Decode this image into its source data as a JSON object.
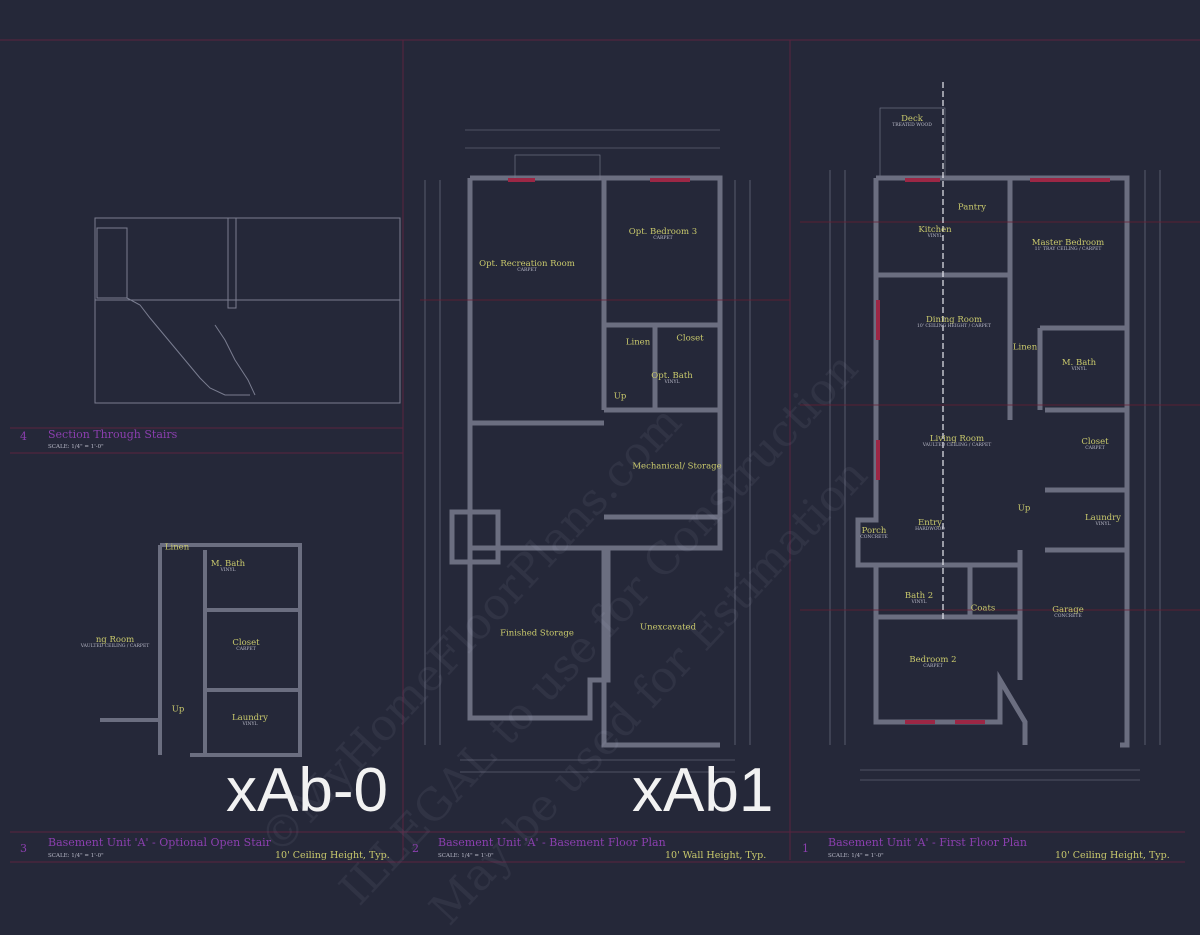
{
  "watermark": [
    "©MyHomeFloorPlans.com",
    "ILLEGAL to use for Construction",
    "May be used for Estimation"
  ],
  "overlay_labels": {
    "left": "xAb-0",
    "right": "xAb1"
  },
  "section": {
    "number": "4",
    "title": "Section Through Stairs",
    "scale": "SCALE: 1/4\" = 1'-0\""
  },
  "title_blocks": [
    {
      "number": "3",
      "title": "Basement Unit 'A' - Optional Open Stair",
      "scale": "SCALE: 1/4\" = 1'-0\"",
      "note": "10' Ceiling Height, Typ."
    },
    {
      "number": "2",
      "title": "Basement Unit 'A' - Basement Floor Plan",
      "scale": "SCALE: 1/4\" = 1'-0\"",
      "note": "10' Wall Height, Typ."
    },
    {
      "number": "1",
      "title": "Basement Unit 'A' - First Floor Plan",
      "scale": "SCALE: 1/4\" = 1'-0\"",
      "note": "10' Ceiling Height, Typ."
    }
  ],
  "plan_first_floor": {
    "rooms": [
      {
        "name": "Deck",
        "sub": "TREATED WOOD"
      },
      {
        "name": "Kitchen",
        "sub": "VINYL"
      },
      {
        "name": "Pantry",
        "sub": ""
      },
      {
        "name": "Master Bedroom",
        "sub": "11' TRAY CEILING / CARPET"
      },
      {
        "name": "Dining Room",
        "sub": "10' CEILING HEIGHT / CARPET"
      },
      {
        "name": "Linen",
        "sub": ""
      },
      {
        "name": "M. Bath",
        "sub": "VINYL"
      },
      {
        "name": "Living Room",
        "sub": "VAULTED CEILING / CARPET"
      },
      {
        "name": "Closet",
        "sub": "CARPET"
      },
      {
        "name": "Porch",
        "sub": "CONCRETE"
      },
      {
        "name": "Entry",
        "sub": "HARDWOOD"
      },
      {
        "name": "Laundry",
        "sub": "VINYL"
      },
      {
        "name": "Bath 2",
        "sub": "VINYL"
      },
      {
        "name": "Coats",
        "sub": ""
      },
      {
        "name": "Garage",
        "sub": "CONCRETE"
      },
      {
        "name": "Bedroom 2",
        "sub": "CARPET"
      },
      {
        "name": "Up",
        "sub": ""
      }
    ]
  },
  "plan_basement": {
    "rooms": [
      {
        "name": "Opt. Recreation Room",
        "sub": "CARPET"
      },
      {
        "name": "Opt. Bedroom 3",
        "sub": "CARPET"
      },
      {
        "name": "Linen",
        "sub": ""
      },
      {
        "name": "Closet",
        "sub": ""
      },
      {
        "name": "Opt. Bath",
        "sub": "VINYL"
      },
      {
        "name": "Up",
        "sub": ""
      },
      {
        "name": "Mechanical/ Storage",
        "sub": ""
      },
      {
        "name": "Finished Storage",
        "sub": ""
      },
      {
        "name": "Unexcavated",
        "sub": ""
      }
    ]
  },
  "plan_open_stair": {
    "rooms": [
      {
        "name": "Linen",
        "sub": ""
      },
      {
        "name": "M. Bath",
        "sub": "VINYL"
      },
      {
        "name": "ng Room",
        "sub": "VAULTED CEILING / CARPET"
      },
      {
        "name": "Closet",
        "sub": "CARPET"
      },
      {
        "name": "Laundry",
        "sub": "VINYL"
      },
      {
        "name": "Up",
        "sub": ""
      }
    ]
  }
}
